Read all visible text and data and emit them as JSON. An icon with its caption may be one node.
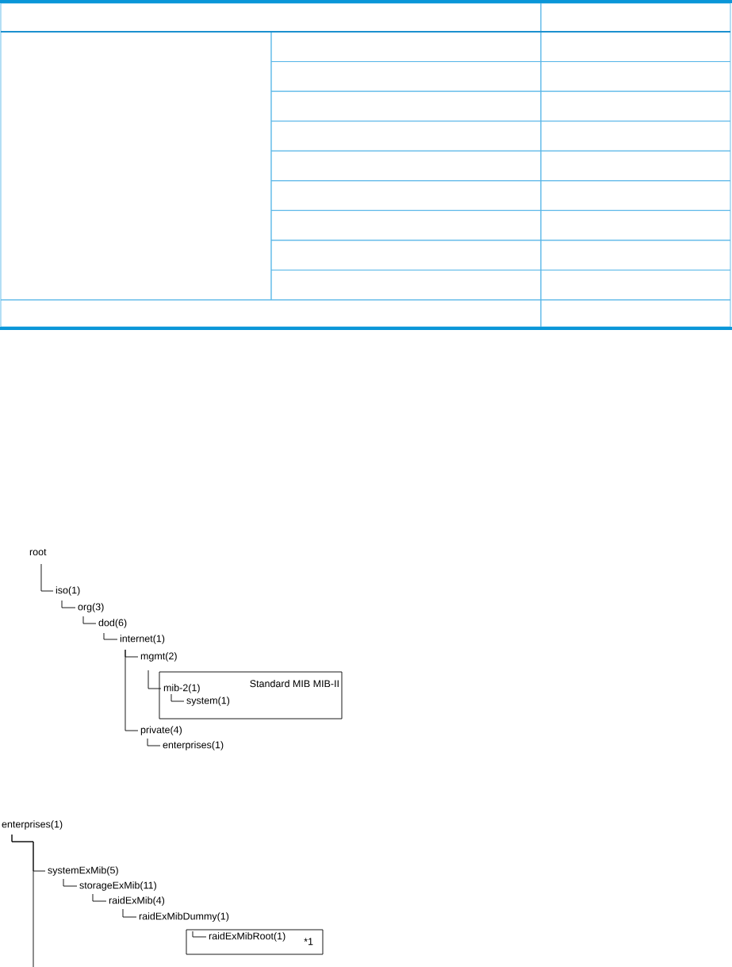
{
  "diagram": {
    "nodes": [
      {
        "text": [
          "root"
        ]
      },
      {
        "text": [
          "iso(1)"
        ]
      },
      {
        "text": [
          "org(3)"
        ]
      },
      {
        "text": [
          "dod(6)"
        ]
      },
      {
        "text": [
          "internet(1)"
        ]
      },
      {
        "text": [
          "mgmt(2)"
        ]
      },
      {
        "text": [
          "Standard MIB MIB-II"
        ]
      },
      {
        "text": [
          "mib-2(1)"
        ],
        "in": 6
      },
      {
        "text": [
          "system(1)"
        ],
        "in": 6
      },
      {
        "text": [
          "private(4)"
        ]
      },
      {
        "text": [
          "enterprises(1)"
        ]
      },
      {
        "text": [
          "enterprises(1)"
        ]
      },
      {
        "text": [
          "systemExMib(5)"
        ]
      },
      {
        "text": [
          "storageExMib(11)"
        ]
      },
      {
        "text": [
          "raidExMib(4)"
        ]
      },
      {
        "text": [
          "raidExMibDummy(1)"
        ]
      },
      {
        "text": [
          "*1"
        ]
      },
      {
        "text": [
          "raidExMibRoot(1)"
        ],
        "in": 16
      }
    ],
    "edges": [
      {
        "from": 0,
        "to": 1,
        "arrow": "none"
      },
      {
        "from": 1,
        "to": 2,
        "arrow": "none"
      },
      {
        "from": 2,
        "to": 3,
        "arrow": "none"
      },
      {
        "from": 3,
        "to": 4,
        "arrow": "none"
      },
      {
        "from": 4,
        "to": 5,
        "arrow": "none"
      },
      {
        "from": 5,
        "to": 7,
        "arrow": "none"
      },
      {
        "from": 7,
        "to": 8,
        "arrow": "none"
      },
      {
        "from": 4,
        "to": 9,
        "arrow": "none"
      },
      {
        "from": 9,
        "to": 10,
        "arrow": "none"
      },
      {
        "from": 11,
        "to": 12,
        "arrow": "none"
      },
      {
        "from": 12,
        "to": 13,
        "arrow": "none"
      },
      {
        "from": 13,
        "to": 14,
        "arrow": "none"
      },
      {
        "from": 14,
        "to": 15,
        "arrow": "none"
      },
      {
        "from": 15,
        "to": 17,
        "arrow": "none"
      },
      {
        "from": 11,
        "to": null,
        "arrow": "none"
      }
    ]
  }
}
